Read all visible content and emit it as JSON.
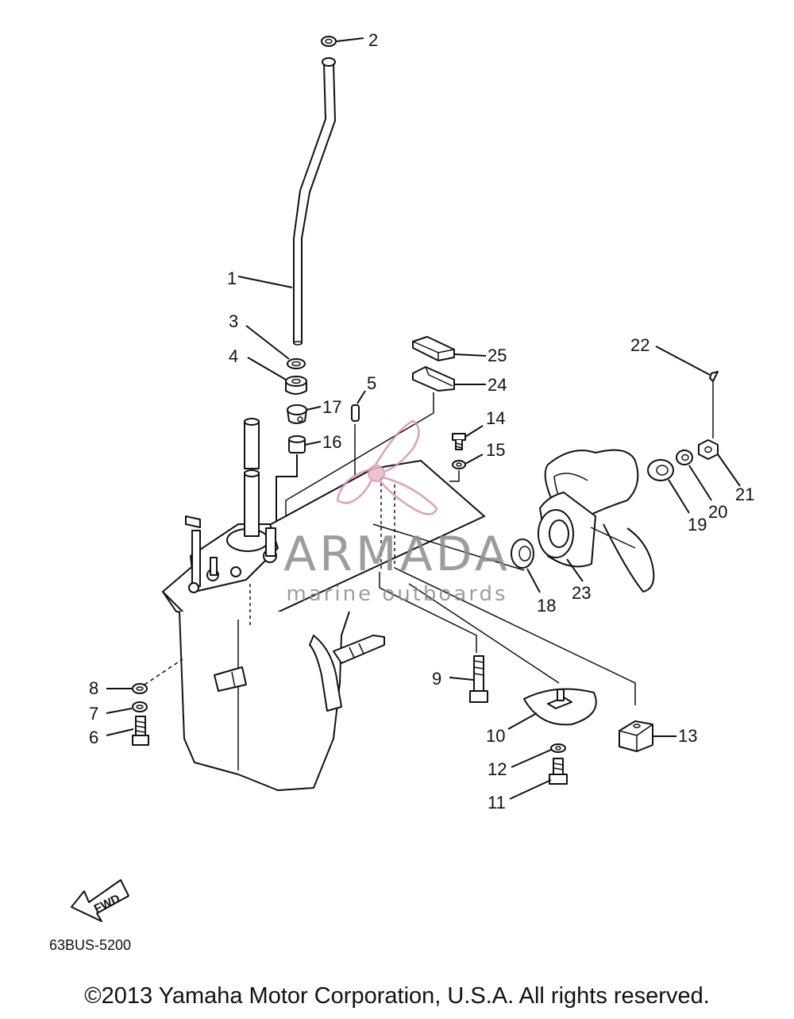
{
  "diagram": {
    "part_numbers": [
      "1",
      "2",
      "3",
      "4",
      "5",
      "6",
      "7",
      "8",
      "9",
      "10",
      "11",
      "12",
      "13",
      "14",
      "15",
      "16",
      "17",
      "18",
      "19",
      "20",
      "21",
      "22",
      "23",
      "24",
      "25"
    ],
    "fwd_label": "FWD",
    "ref_code": "63BUS-5200"
  },
  "watermark": {
    "brand": "ARMADA",
    "tagline": "marine outboards",
    "brand_color": "#d98fae",
    "text_color": "#8c8c8c"
  },
  "footer": {
    "copyright": "©2013 Yamaha Motor Corporation, U.S.A. All rights reserved."
  }
}
